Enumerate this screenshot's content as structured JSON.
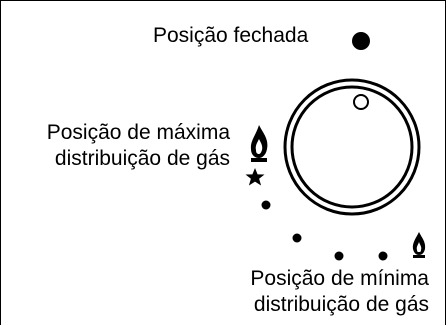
{
  "labels": {
    "closed_position": "Posição fechada",
    "max_position_line1": "Posição de máxima",
    "max_position_line2": "distribuição de gás",
    "min_position_line1": "Posição de mínima",
    "min_position_line2": "distribuição de gás"
  },
  "icons": {
    "closed_marker": "filled-dot-icon",
    "knob_indicator": "hollow-circle-icon",
    "large_flame": "large-flame-icon",
    "small_flame": "small-flame-icon",
    "star": "star-icon",
    "scale_dots": "dot-icon"
  },
  "colors": {
    "ink": "#000000",
    "background": "#ffffff"
  }
}
